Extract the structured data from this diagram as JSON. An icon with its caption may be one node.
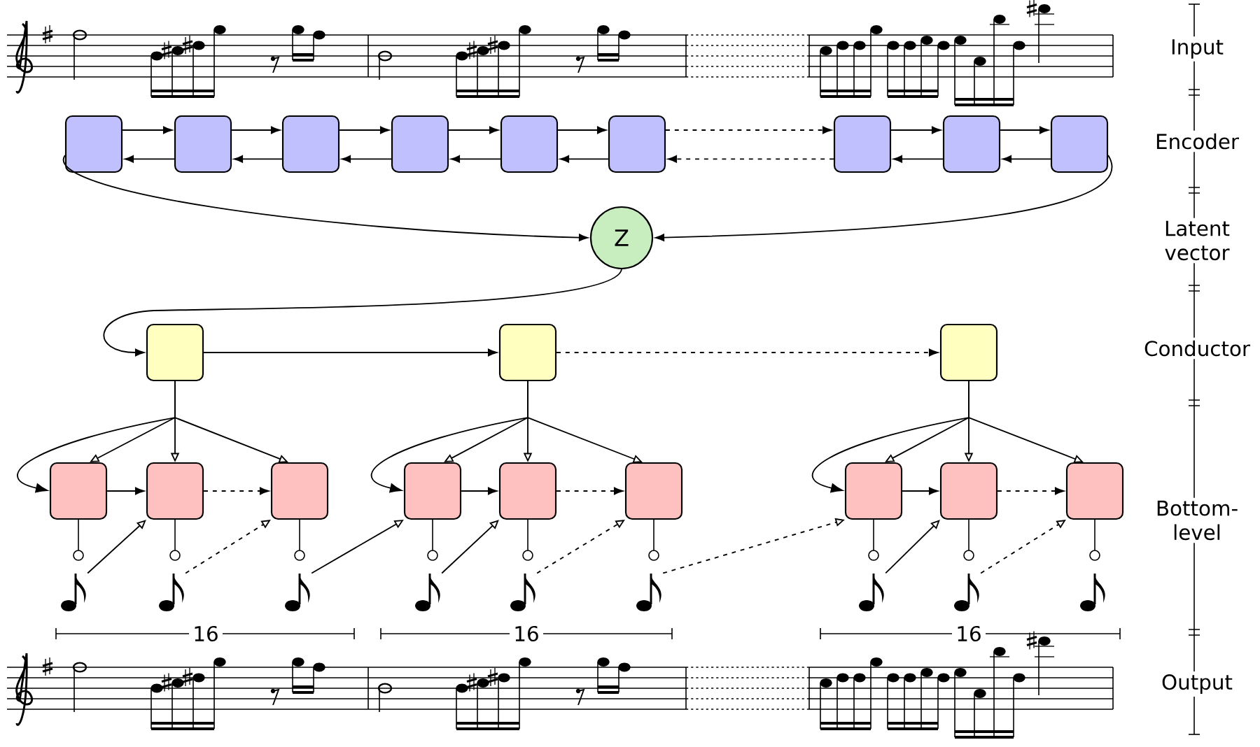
{
  "diagram": {
    "nodes": [
      {
        "text": [],
        "shape": "box"
      },
      {
        "text": [],
        "shape": "box"
      },
      {
        "text": [],
        "shape": "box"
      },
      {
        "text": [],
        "shape": "box"
      },
      {
        "text": [],
        "shape": "box"
      },
      {
        "text": [],
        "shape": "box"
      },
      {
        "text": [],
        "shape": "box"
      },
      {
        "text": [],
        "shape": "box"
      },
      {
        "text": [],
        "shape": "box"
      },
      {
        "text": [
          "Z"
        ]
      },
      {
        "text": [],
        "shape": "box"
      },
      {
        "text": [],
        "shape": "box"
      },
      {
        "text": [],
        "shape": "box"
      },
      {
        "text": [],
        "shape": "box"
      },
      {
        "text": [],
        "shape": "box"
      },
      {
        "text": [],
        "shape": "box"
      },
      {
        "text": [],
        "shape": "box"
      },
      {
        "text": [],
        "shape": "box"
      },
      {
        "text": [],
        "shape": "box"
      },
      {
        "text": [],
        "shape": "box"
      },
      {
        "text": [],
        "shape": "box"
      },
      {
        "text": [],
        "shape": "box"
      },
      {
        "text": [],
        "shape": "picture"
      },
      {
        "text": [],
        "shape": "picture"
      },
      {
        "text": [],
        "shape": "picture"
      },
      {
        "text": [],
        "shape": "picture"
      },
      {
        "text": [],
        "shape": "picture"
      },
      {
        "text": [],
        "shape": "picture"
      },
      {
        "text": [],
        "shape": "picture"
      },
      {
        "text": [],
        "shape": "picture"
      },
      {
        "text": [],
        "shape": "picture"
      }
    ],
    "edges": [
      {
        "from": 0,
        "to": 1,
        "arrow": "to"
      },
      {
        "from": 1,
        "to": 0,
        "arrow": "to"
      },
      {
        "from": 1,
        "to": 2,
        "arrow": "to"
      },
      {
        "from": 2,
        "to": 1,
        "arrow": "to"
      },
      {
        "from": 2,
        "to": 3,
        "arrow": "to"
      },
      {
        "from": 3,
        "to": 2,
        "arrow": "to"
      },
      {
        "from": 3,
        "to": 4,
        "arrow": "to"
      },
      {
        "from": 4,
        "to": 3,
        "arrow": "to"
      },
      {
        "from": 4,
        "to": 5,
        "arrow": "to"
      },
      {
        "from": 5,
        "to": 4,
        "arrow": "to"
      },
      {
        "from": 5,
        "to": 6,
        "arrow": "to",
        "style": "dashed"
      },
      {
        "from": 6,
        "to": 5,
        "arrow": "to",
        "style": "dashed"
      },
      {
        "from": 6,
        "to": 7,
        "arrow": "to"
      },
      {
        "from": 7,
        "to": 6,
        "arrow": "to"
      },
      {
        "from": 7,
        "to": 8,
        "arrow": "to"
      },
      {
        "from": 8,
        "to": 7,
        "arrow": "to"
      },
      {
        "from": 0,
        "to": 9,
        "arrow": "to"
      },
      {
        "from": 8,
        "to": 9,
        "arrow": "to"
      },
      {
        "from": 9,
        "to": 10,
        "arrow": "to"
      },
      {
        "from": 10,
        "to": 11,
        "arrow": "to"
      },
      {
        "from": 11,
        "to": 12,
        "arrow": "to",
        "style": "dashed"
      },
      {
        "from": 10,
        "to": 13,
        "arrow": "to"
      },
      {
        "from": 10,
        "to": 14,
        "arrow": "to"
      },
      {
        "from": 10,
        "to": 15,
        "arrow": "to"
      },
      {
        "from": 10,
        "to": 13,
        "arrow": "to"
      },
      {
        "from": 13,
        "to": 14,
        "arrow": "to"
      },
      {
        "from": 14,
        "to": 15,
        "arrow": "to",
        "style": "dashed"
      },
      {
        "from": 11,
        "to": 16,
        "arrow": "to"
      },
      {
        "from": 11,
        "to": 17,
        "arrow": "to"
      },
      {
        "from": 11,
        "to": 18,
        "arrow": "to"
      },
      {
        "from": 11,
        "to": 16,
        "arrow": "to"
      },
      {
        "from": 16,
        "to": 17,
        "arrow": "to"
      },
      {
        "from": 17,
        "to": 18,
        "arrow": "to",
        "style": "dashed"
      },
      {
        "from": 12,
        "to": 19,
        "arrow": "to"
      },
      {
        "from": 12,
        "to": 20,
        "arrow": "to"
      },
      {
        "from": 12,
        "to": 21,
        "arrow": "to"
      },
      {
        "from": 12,
        "to": 19,
        "arrow": "to"
      },
      {
        "from": 19,
        "to": 20,
        "arrow": "to"
      },
      {
        "from": 20,
        "to": 21,
        "arrow": "to",
        "style": "dashed"
      },
      {
        "from": 22,
        "to": 14,
        "arrow": "to"
      },
      {
        "from": 23,
        "to": 15,
        "arrow": "to",
        "style": "dashed"
      },
      {
        "from": 24,
        "to": 16,
        "arrow": "to"
      },
      {
        "from": 25,
        "to": 17,
        "arrow": "to"
      },
      {
        "from": 26,
        "to": 18,
        "arrow": "to",
        "style": "dashed"
      },
      {
        "from": 27,
        "to": 19,
        "arrow": "to",
        "style": "dashed"
      },
      {
        "from": 28,
        "to": 20,
        "arrow": "to"
      },
      {
        "from": 29,
        "to": 21,
        "arrow": "to",
        "style": "dashed"
      }
    ],
    "labels": [
      "Input",
      "Encoder",
      "Latent vector",
      "Conductor",
      "Bottom-level",
      "16",
      "16",
      "16",
      "Output"
    ]
  }
}
